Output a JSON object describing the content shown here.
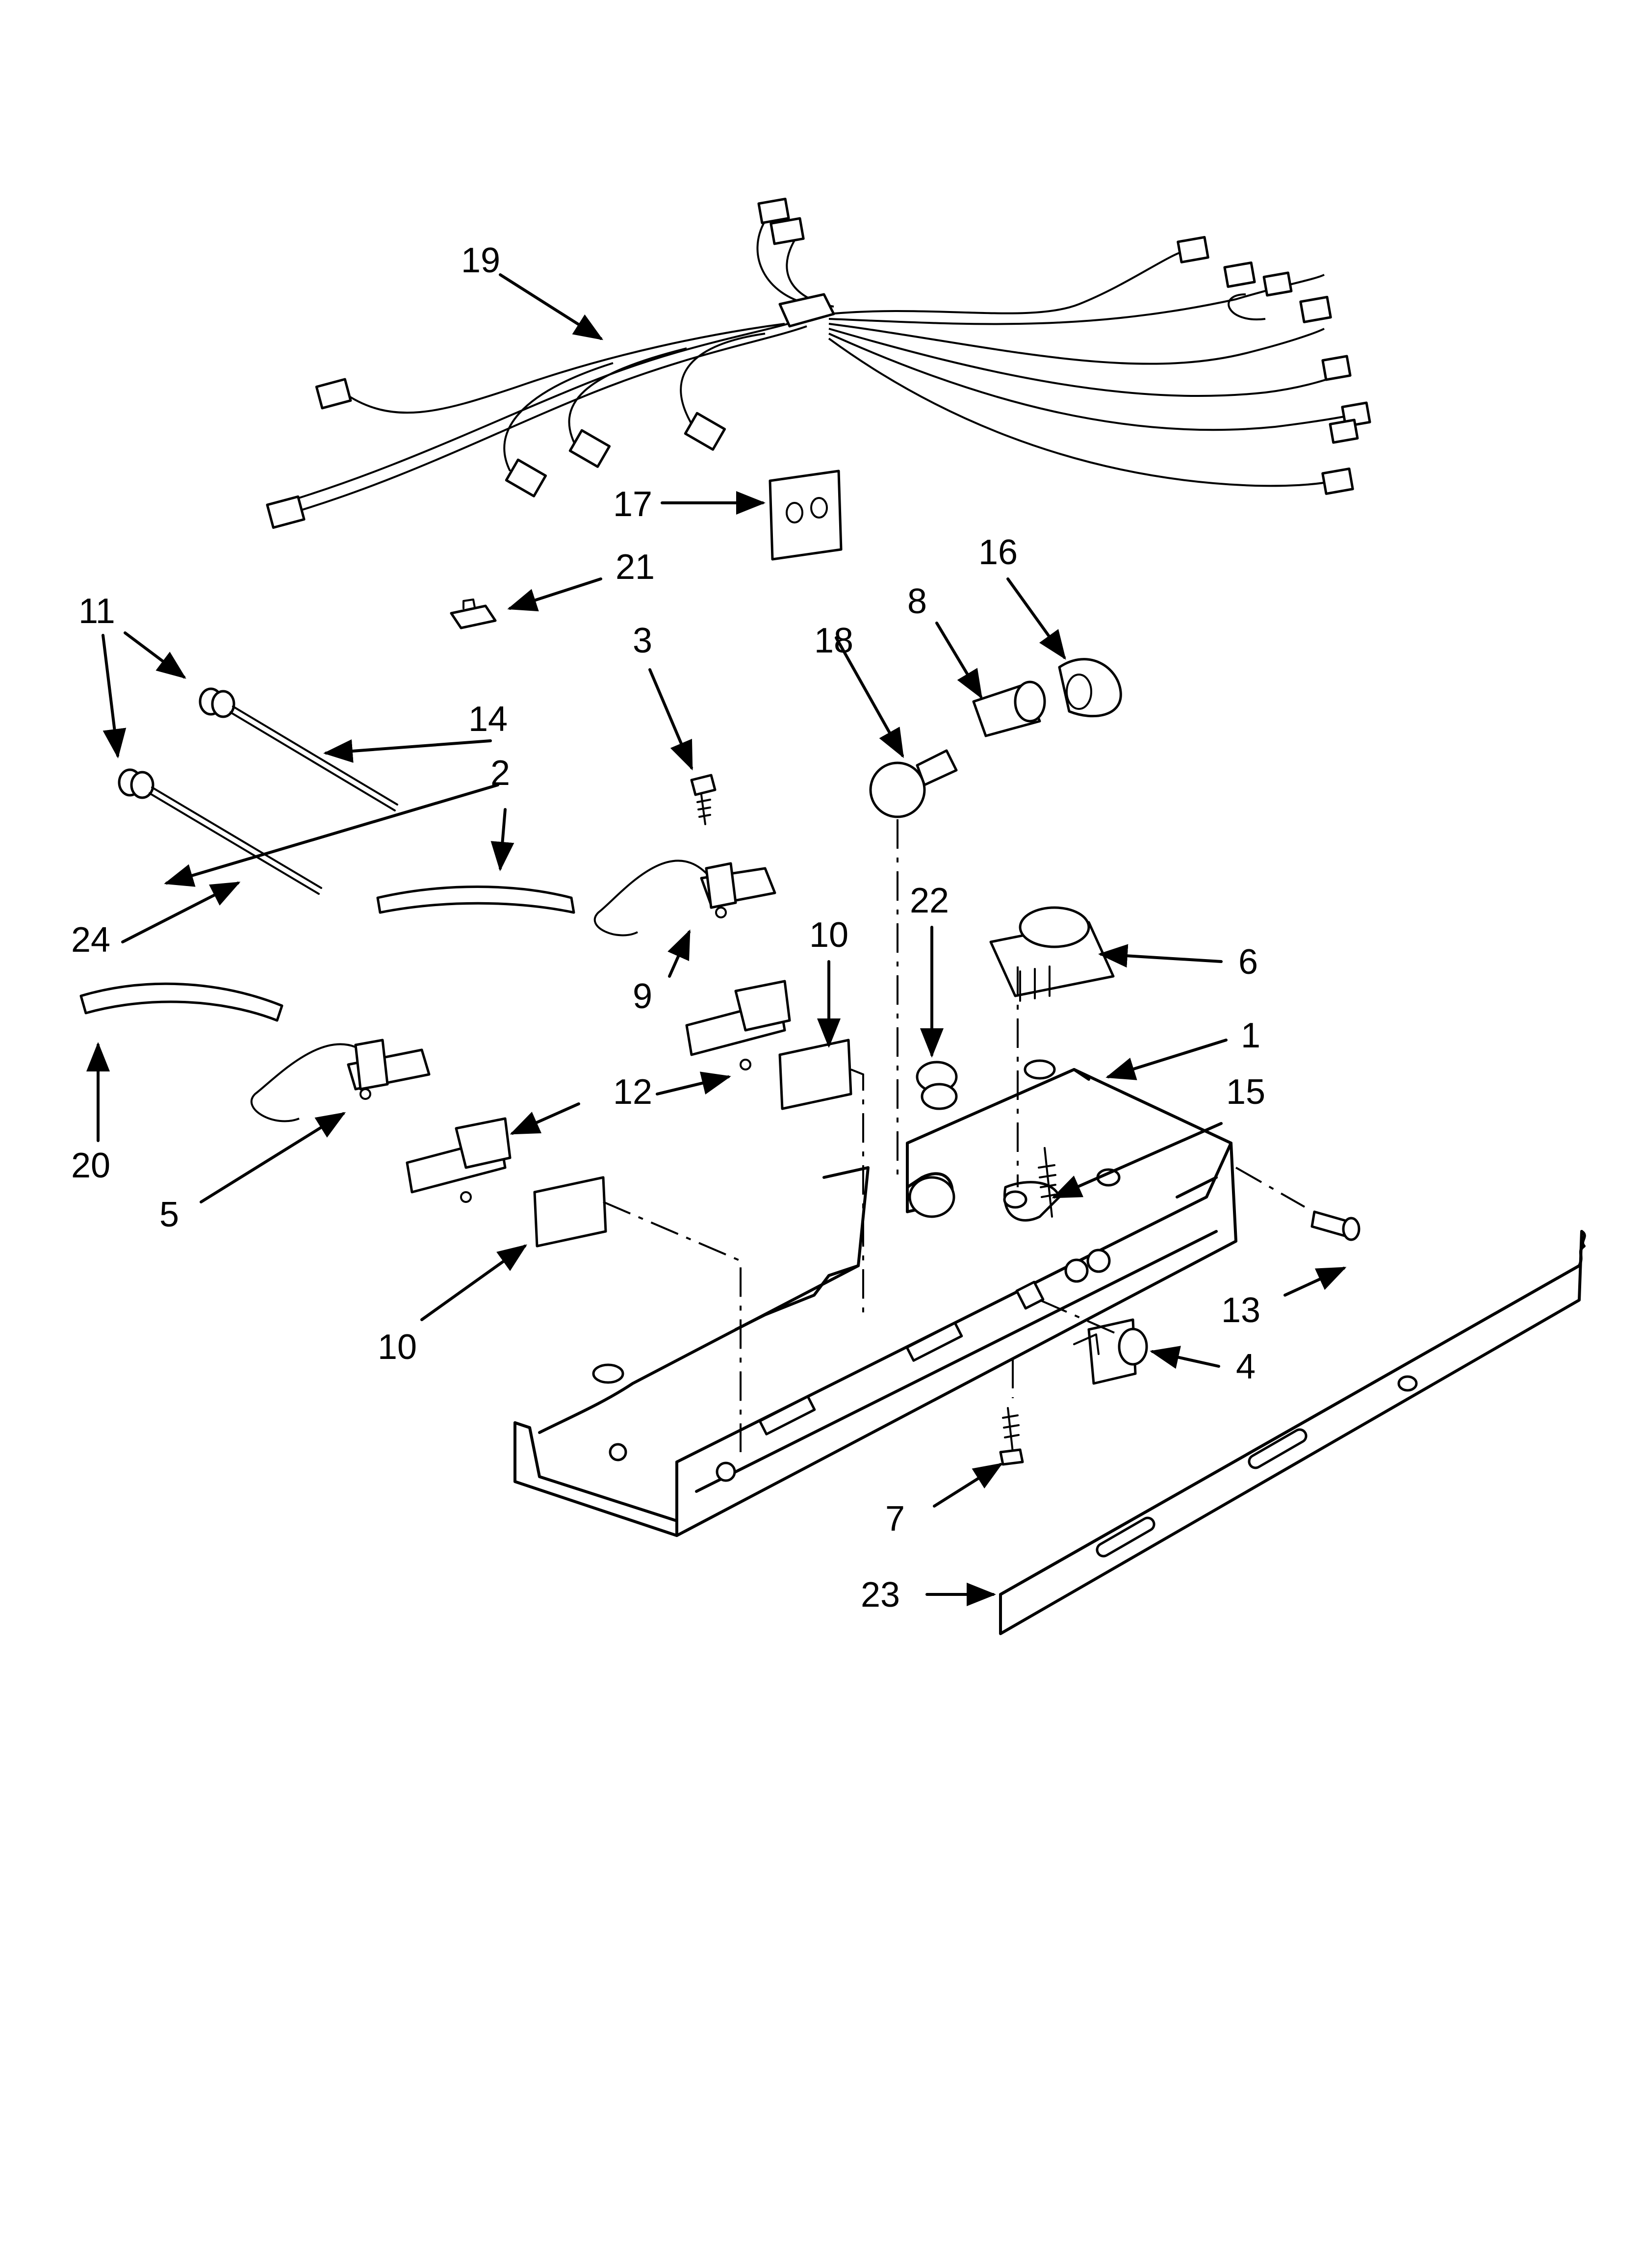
{
  "diagram": {
    "callouts": {
      "c1": "1",
      "c2": "2",
      "c3": "3",
      "c4": "4",
      "c5": "5",
      "c6": "6",
      "c7": "7",
      "c8": "8",
      "c9": "9",
      "c10a": "10",
      "c10b": "10",
      "c11": "11",
      "c12": "12",
      "c13": "13",
      "c14": "14",
      "c15": "15",
      "c16": "16",
      "c17": "17",
      "c18": "18",
      "c19": "19",
      "c20": "20",
      "c21": "21",
      "c22": "22",
      "c23": "23",
      "c24": "24"
    }
  }
}
